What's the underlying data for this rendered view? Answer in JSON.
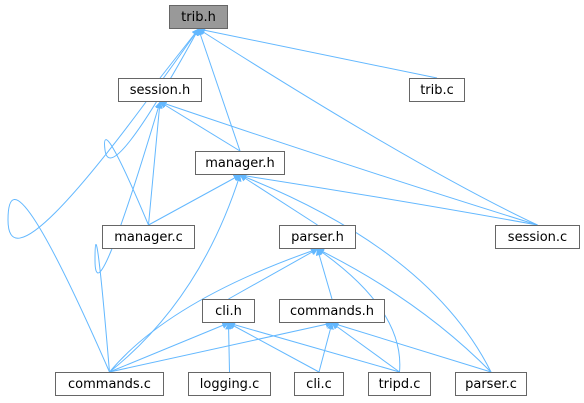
{
  "colors": {
    "edge": "#63b8ff",
    "node_border": "#666666",
    "root_fill": "#999999"
  },
  "nodes": {
    "trib_h": "trib.h",
    "session_h": "session.h",
    "trib_c": "trib.c",
    "manager_h": "manager.h",
    "manager_c": "manager.c",
    "session_c": "session.c",
    "parser_h": "parser.h",
    "cli_h": "cli.h",
    "commands_h": "commands.h",
    "commands_c": "commands.c",
    "logging_c": "logging.c",
    "cli_c": "cli.c",
    "tripd_c": "tripd.c",
    "parser_c": "parser.c"
  },
  "edges": [
    {
      "from": "session_h",
      "to": "trib_h"
    },
    {
      "from": "trib_c",
      "to": "trib_h"
    },
    {
      "from": "manager_h",
      "to": "trib_h"
    },
    {
      "from": "manager_c",
      "to": "trib_h"
    },
    {
      "from": "session_c",
      "to": "trib_h"
    },
    {
      "from": "commands_c",
      "to": "trib_h"
    },
    {
      "from": "manager_h",
      "to": "session_h"
    },
    {
      "from": "manager_c",
      "to": "session_h"
    },
    {
      "from": "session_c",
      "to": "session_h"
    },
    {
      "from": "commands_c",
      "to": "session_h"
    },
    {
      "from": "manager_c",
      "to": "manager_h"
    },
    {
      "from": "session_c",
      "to": "manager_h"
    },
    {
      "from": "parser_h",
      "to": "manager_h"
    },
    {
      "from": "commands_c",
      "to": "manager_h"
    },
    {
      "from": "parser_c",
      "to": "manager_h"
    },
    {
      "from": "cli_h",
      "to": "parser_h"
    },
    {
      "from": "commands_h",
      "to": "parser_h"
    },
    {
      "from": "commands_c",
      "to": "parser_h"
    },
    {
      "from": "tripd_c",
      "to": "parser_h"
    },
    {
      "from": "parser_c",
      "to": "parser_h"
    },
    {
      "from": "commands_c",
      "to": "cli_h"
    },
    {
      "from": "logging_c",
      "to": "cli_h"
    },
    {
      "from": "cli_c",
      "to": "cli_h"
    },
    {
      "from": "tripd_c",
      "to": "cli_h"
    },
    {
      "from": "commands_c",
      "to": "commands_h"
    },
    {
      "from": "cli_c",
      "to": "commands_h"
    },
    {
      "from": "tripd_c",
      "to": "commands_h"
    },
    {
      "from": "parser_c",
      "to": "commands_h"
    }
  ]
}
